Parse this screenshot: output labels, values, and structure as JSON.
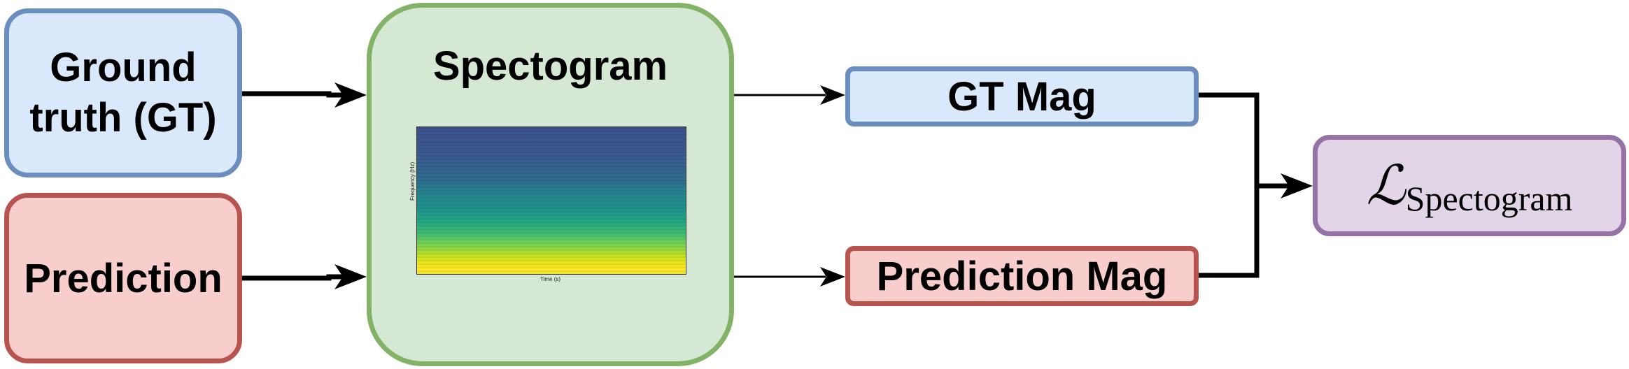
{
  "nodes": {
    "ground_truth": {
      "line1": "Ground",
      "line2": "truth (GT)"
    },
    "prediction": {
      "label": "Prediction"
    },
    "spectogram": {
      "title": "Spectogram"
    },
    "gt_mag": {
      "label": "GT Mag"
    },
    "prediction_mag": {
      "label": "Prediction Mag"
    },
    "loss": {
      "symbol": "ℒ",
      "subscript": "Spectogram"
    }
  },
  "spectrogram_plot": {
    "ylabel": "Frequency (Hz)",
    "xlabel": "Time (s)"
  },
  "colors": {
    "blue_fill": "#dae8fc",
    "blue_border": "#6c8ebf",
    "red_fill": "#f8cecc",
    "red_border": "#b85450",
    "green_fill": "#d5e8d4",
    "green_border": "#82b366",
    "purple_fill": "#e1d5e7",
    "purple_border": "#9673a6"
  }
}
